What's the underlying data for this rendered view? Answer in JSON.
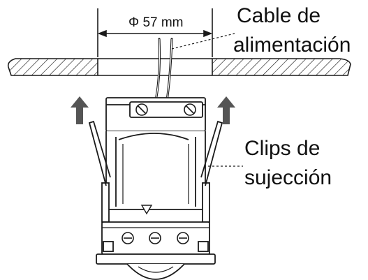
{
  "dimension": {
    "label": "Φ 57 mm"
  },
  "callouts": {
    "cable": {
      "line1": "Cable de",
      "line2": "alimentación"
    },
    "clips": {
      "line1": "Clips de",
      "line2": "sujección"
    }
  },
  "colors": {
    "stroke": "#1a1a1a",
    "arrow": "#555555",
    "background": "#ffffff"
  }
}
